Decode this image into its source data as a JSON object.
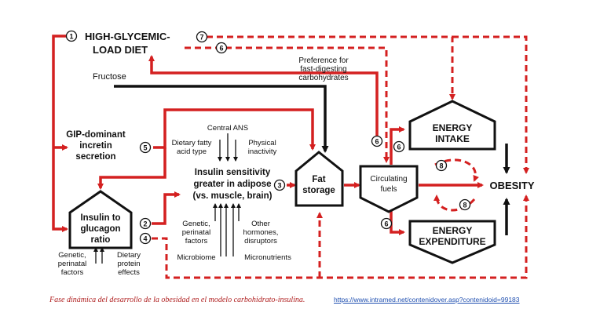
{
  "nodes": {
    "diet_line1": "HIGH-GLYCEMIC-",
    "diet_line2": "LOAD DIET",
    "fructose": "Fructose",
    "preference_line1": "Preference for",
    "preference_line2": "fast-digesting",
    "preference_line3": "carbohydrates",
    "gip_line1": "GIP-dominant",
    "gip_line2": "incretin",
    "gip_line3": "secretion",
    "ratio_line1": "Insulin to",
    "ratio_line2": "glucagon",
    "ratio_line3": "ratio",
    "central_ans": "Central ANS",
    "dietary_fatty_line1": "Dietary fatty",
    "dietary_fatty_line2": "acid type",
    "physical_line1": "Physical",
    "physical_line2": "inactivity",
    "sensitivity_line1": "Insulin sensitivity",
    "sensitivity_line2": "greater in adipose",
    "sensitivity_line3": "(vs. muscle, brain)",
    "genetic_perinatal_line1": "Genetic,",
    "genetic_perinatal_line2": "perinatal",
    "genetic_perinatal_line3": "factors",
    "other_hormones_line1": "Other",
    "other_hormones_line2": "hormones,",
    "other_hormones_line3": "disruptors",
    "microbiome": "Microbiome",
    "micronutrients": "Micronutrients",
    "genetic_left_line1": "Genetic,",
    "genetic_left_line2": "perinatal",
    "genetic_left_line3": "factors",
    "dietary_protein_line1": "Dietary",
    "dietary_protein_line2": "protein",
    "dietary_protein_line3": "effects",
    "fat_storage_line1": "Fat",
    "fat_storage_line2": "storage",
    "circulating_line1": "Circulating",
    "circulating_line2": "fuels",
    "energy_intake_line1": "ENERGY",
    "energy_intake_line2": "INTAKE",
    "energy_expenditure_line1": "ENERGY",
    "energy_expenditure_line2": "EXPENDITURE",
    "obesity": "OBESITY"
  },
  "step_numbers": {
    "n1": "1",
    "n2": "2",
    "n3": "3",
    "n4": "4",
    "n5": "5",
    "n6a": "6",
    "n6b": "6",
    "n6c": "6",
    "n6d": "6",
    "n7": "7",
    "n8a": "8",
    "n8b": "8"
  },
  "caption": "Fase dinámica del desarrollo de la obesidad en el modelo carbohidrato-insulina.",
  "link": "https://www.intramed.net/contenidover.asp?contenidoid=99183",
  "colors": {
    "red": "#d42020",
    "black": "#111111"
  }
}
